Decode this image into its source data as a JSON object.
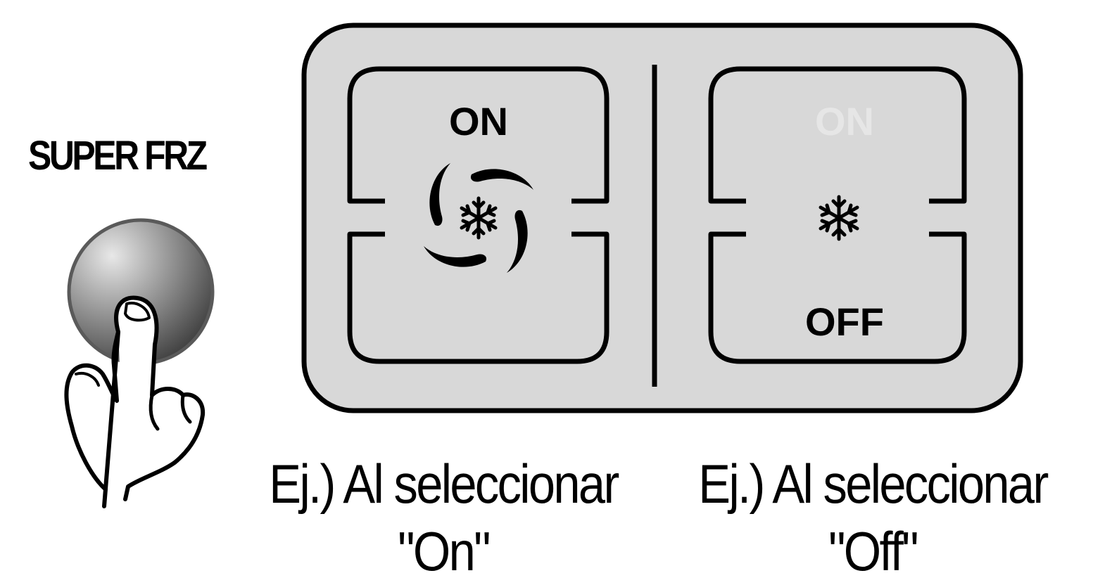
{
  "button": {
    "label": "SUPER FRZ"
  },
  "display": {
    "on_state": {
      "label": "ON",
      "icon": "swirling-snowflake-icon"
    },
    "off_state": {
      "faded_label": "ON",
      "label": "OFF",
      "icon": "snowflake-icon"
    }
  },
  "captions": {
    "on": {
      "line1": "Ej.) Al seleccionar",
      "line2": "\"On\""
    },
    "off": {
      "line1": "Ej.) Al seleccionar",
      "line2": "\"Off\""
    }
  },
  "colors": {
    "panel_fill": "#d8d8d8",
    "outline": "#000000",
    "button_gray": "#7a7a7a"
  }
}
